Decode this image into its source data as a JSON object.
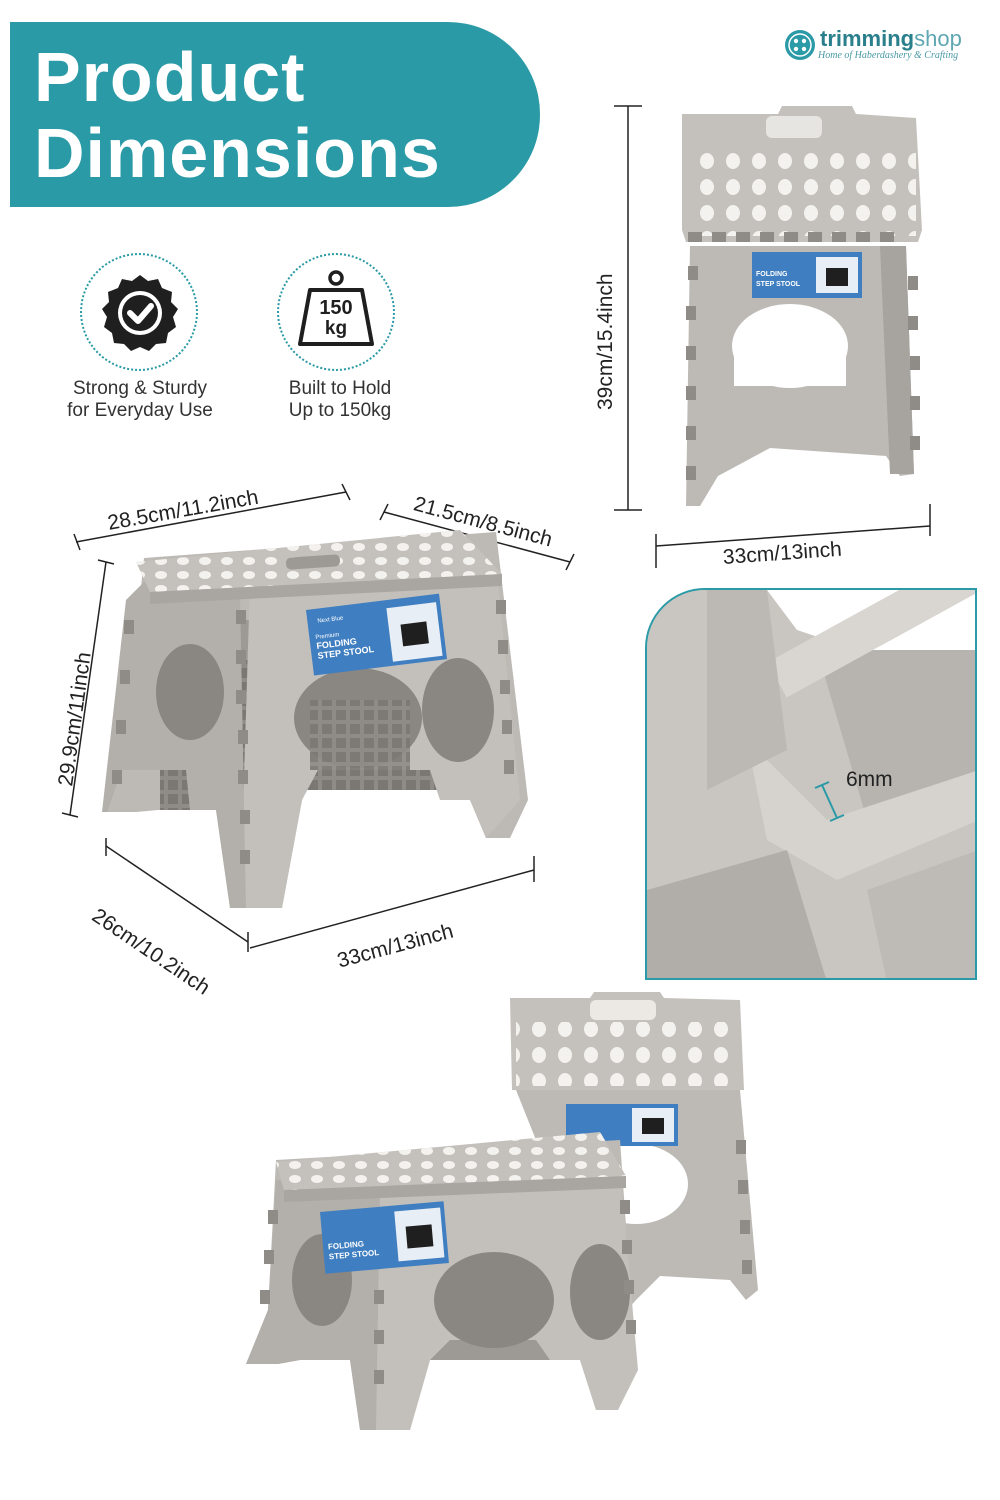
{
  "title": {
    "line1": "Product",
    "line2": "Dimensions"
  },
  "brand": {
    "name_bold": "trimming",
    "name_light": "shop",
    "tagline": "Home of Haberdashery & Crafting"
  },
  "features": [
    {
      "line1": "Strong & Sturdy",
      "line2": "for Everyday Use",
      "icon": "checkmark-badge-icon"
    },
    {
      "line1": "Built to Hold",
      "line2": "Up to 150kg",
      "icon": "weight-150kg-icon",
      "badge_top": "150",
      "badge_bottom": "kg"
    }
  ],
  "dimensions": {
    "top_width": "28.5cm/11.2inch",
    "top_depth": "21.5cm/8.5inch",
    "height_open": "29.9cm/11inch",
    "base_depth": "26cm/10.2inch",
    "base_width": "33cm/13inch",
    "folded_height": "39cm/15.4inch",
    "folded_width": "33cm/13inch",
    "thickness": "6mm"
  },
  "label_card": {
    "brand": "Next Blue",
    "line1": "Premium",
    "line2": "FOLDING",
    "line3": "STEP STOOL"
  },
  "colors": {
    "accent": "#2a9aa6",
    "stool": "#b9b6b1",
    "stool_dark": "#8f8c88",
    "dots": "#f4f2ee"
  }
}
